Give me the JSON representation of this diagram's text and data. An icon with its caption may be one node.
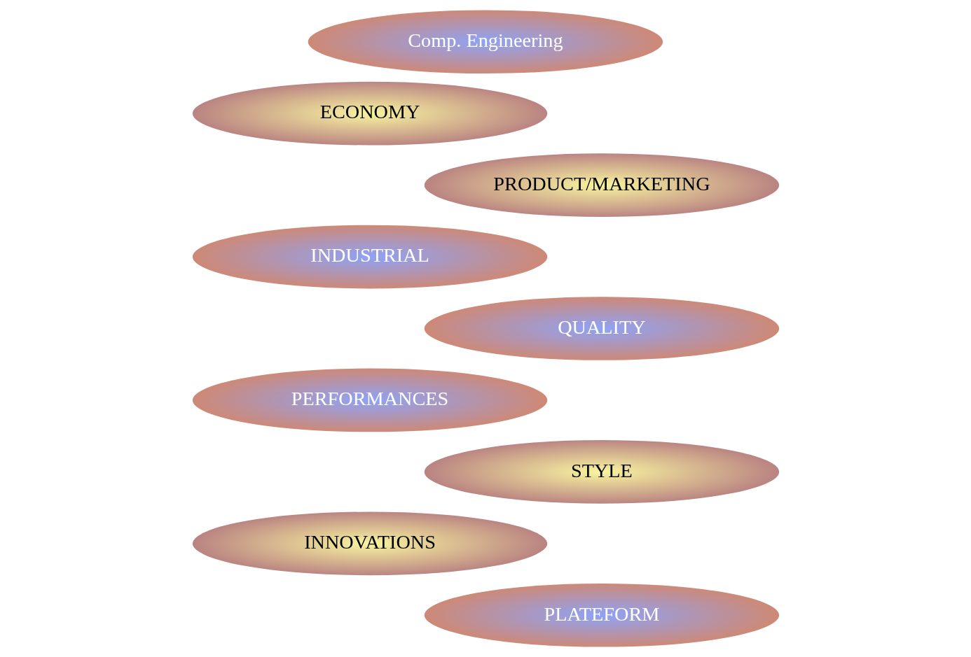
{
  "diagram": {
    "nodes": [
      {
        "text": [
          "Comp. Engineering"
        ]
      },
      {
        "text": [
          "ECONOMY"
        ]
      },
      {
        "text": [
          "PRODUCT/MARKETING"
        ]
      },
      {
        "text": [
          "INDUSTRIAL"
        ]
      },
      {
        "text": [
          "QUALITY"
        ]
      },
      {
        "text": [
          "PERFORMANCES"
        ]
      },
      {
        "text": [
          "STYLE"
        ]
      },
      {
        "text": [
          "INNOVATIONS"
        ]
      },
      {
        "text": [
          "PLATEFORM"
        ]
      }
    ]
  }
}
